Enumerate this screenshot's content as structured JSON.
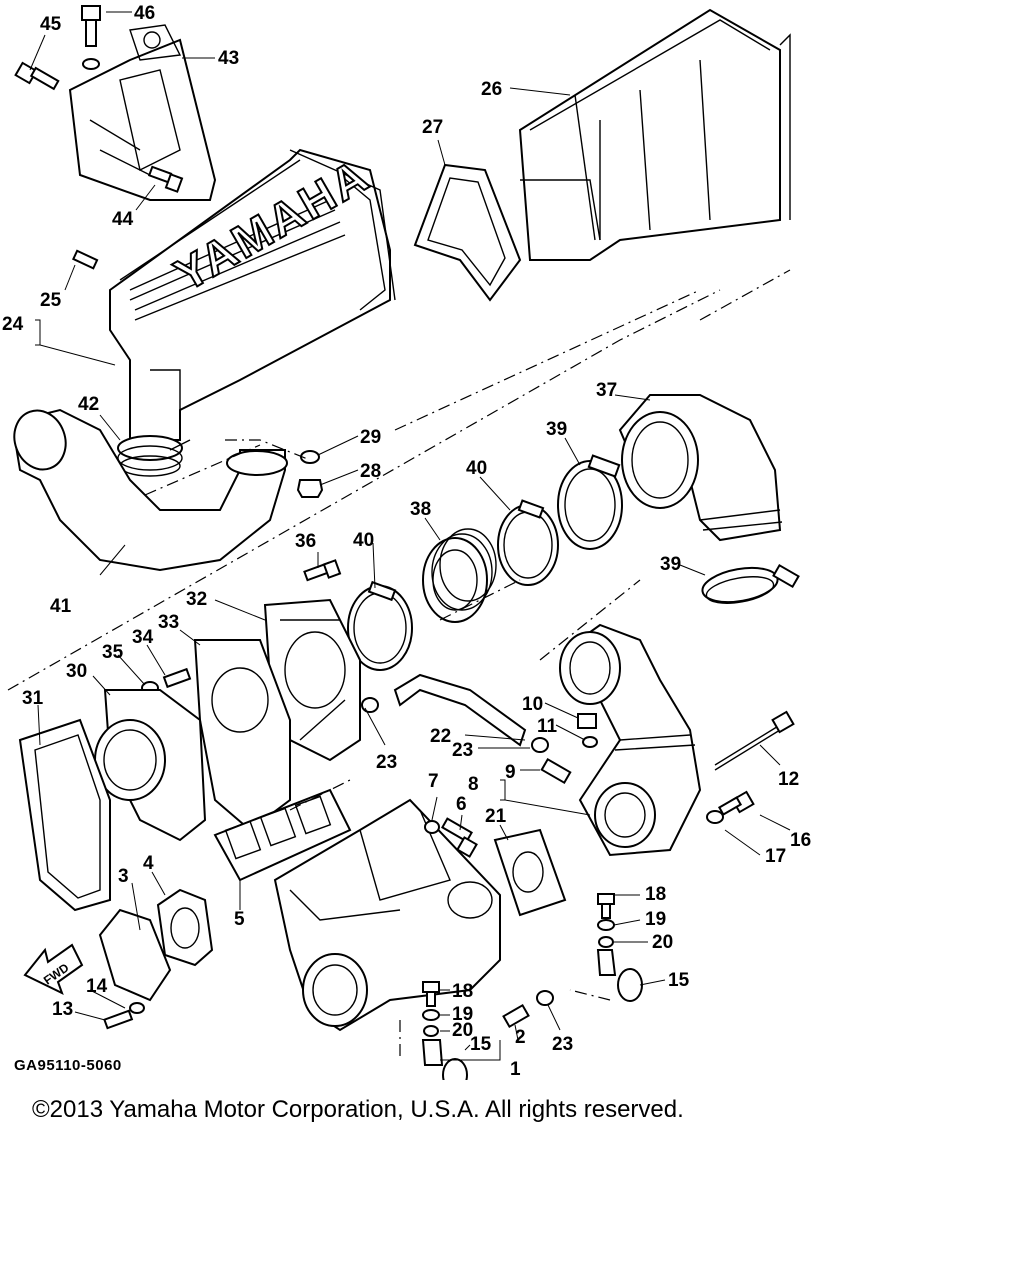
{
  "diagram": {
    "brand_text": "YAMAHA",
    "fwd_label": "FWD",
    "drawing_code": "GA95110-5060",
    "callouts": {
      "c1": "1",
      "c2": "2",
      "c3": "3",
      "c4": "4",
      "c5": "5",
      "c6": "6",
      "c7": "7",
      "c8": "8",
      "c9": "9",
      "c10": "10",
      "c11": "11",
      "c12": "12",
      "c13": "13",
      "c14": "14",
      "c15a": "15",
      "c15b": "15",
      "c16": "16",
      "c17": "17",
      "c18a": "18",
      "c18b": "18",
      "c19a": "19",
      "c19b": "19",
      "c20a": "20",
      "c20b": "20",
      "c21": "21",
      "c22": "22",
      "c23a": "23",
      "c23b": "23",
      "c23c": "23",
      "c24": "24",
      "c25": "25",
      "c26": "26",
      "c27": "27",
      "c28": "28",
      "c29": "29",
      "c30": "30",
      "c31": "31",
      "c32": "32",
      "c33": "33",
      "c34": "34",
      "c35": "35",
      "c36": "36",
      "c37": "37",
      "c38": "38",
      "c39a": "39",
      "c39b": "39",
      "c40a": "40",
      "c40b": "40",
      "c41": "41",
      "c42": "42",
      "c43": "43",
      "c44": "44",
      "c45": "45",
      "c46": "46"
    }
  },
  "footer": {
    "copyright": "©2013 Yamaha Motor Corporation, U.S.A. All rights reserved."
  }
}
